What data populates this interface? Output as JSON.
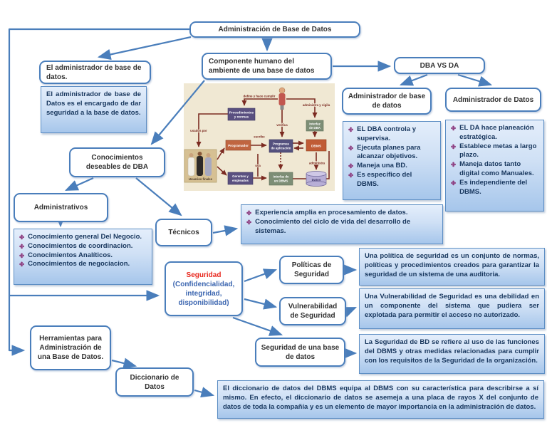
{
  "colors": {
    "accent_blue": "#4a7ebb",
    "navy_text": "#17365d",
    "seguridad_red": "#e8281e",
    "seguridad_blue": "#3c66b0",
    "diagram_dark_red": "#7b2a21",
    "panel_beige": "#f0e8d3"
  },
  "bullet": "✤",
  "nodes": {
    "root": "Administración de Base de Datos",
    "admin_bd": "El administrador de base de datos.",
    "componente": "Componente humano del ambiente de una base de datos",
    "dba_vs_da": "DBA VS DA",
    "admin_base": "Administrador de base de datos",
    "admin_datos": "Administrador de Datos",
    "conocimientos": "Conocimientos deseables de DBA",
    "administrativos": "Administrativos",
    "tecnicos": "Técnicos",
    "seguridad_title": "Seguridad",
    "seguridad_detail": "(Confidencialidad, integridad, disponibilidad)",
    "politicas": "Políticas de Seguridad",
    "vulnerabilidad": "Vulnerabilidad de Seguridad",
    "seguridad_bd": "Seguridad de una base de datos",
    "herramientas": "Herramientas para Administración de una Base de Datos.",
    "diccionario": "Diccionario de Datos"
  },
  "descriptions": {
    "admin_bd": "El administrador de base de Datos es el encargado de dar seguridad a la base de datos.",
    "politicas": "Una política de seguridad es un conjunto de normas, políticas y procedimientos creados para garantizar la seguridad de un sistema de una auditoria.",
    "vulnerabilidad": "Una Vulnerabilidad de Seguridad es una debilidad en un componente del sistema que pudiera ser explotada para permitir el acceso no autorizado.",
    "seguridad_bd": "La Seguridad de BD se refiere al uso de las funciones del DBMS y otras medidas relacionadas para cumplir con los requisitos de la Seguridad de la organización.",
    "diccionario": "El diccionario de datos del DBMS equipa al DBMS con su característica para describirse a sí mismo. En efecto, el diccionario de datos se asemeja a una placa de rayos X del conjunto de datos de toda la compañía y es un elemento de mayor importancia en la administración de datos."
  },
  "lists": {
    "dba": [
      "EL DBA controla y supervisa.",
      "Ejecuta planes para alcanzar objetivos.",
      "Maneja una BD.",
      "Es específico del DBMS."
    ],
    "da": [
      "EL DA hace planeación estratégica.",
      "Establece metas a largo plazo.",
      "Maneja datos tanto digital como Manuales.",
      "Es independiente del DBMS."
    ],
    "administrativos": [
      "Conocimiento general Del Negocio.",
      "Conocimientos de coordinacion.",
      "Conocimientos Analíticos.",
      "Conocimientos de negociacion."
    ],
    "tecnicos": [
      "Experiencia amplia en procesamiento de datos.",
      "Conocimiento del ciclo de vida del desarrollo de sistemas."
    ]
  },
  "embedded": {
    "boxes": {
      "procedimientos": [
        "Procedimientos",
        "y normas"
      ],
      "programador": [
        "Programador"
      ],
      "gerentes": [
        "Gerentes y",
        "empleados"
      ],
      "programas": [
        "Programas",
        "de aplicación"
      ],
      "interfaz_dba": [
        "Interfaz",
        "de DBA"
      ],
      "interfaz_dbms": [
        "Interfaz de",
        "un DBMS"
      ],
      "dbms": [
        "DBMS"
      ],
      "datos": [
        "Datos"
      ],
      "usuarios": [
        "Usuarios finales"
      ]
    },
    "labels": {
      "define": "define y hace cumplir",
      "usados": "usados por",
      "verifica": "verifica",
      "administra_vigila": "administra y vigila",
      "escribe": "escribe",
      "usa": "usa",
      "administra": "administra"
    }
  }
}
